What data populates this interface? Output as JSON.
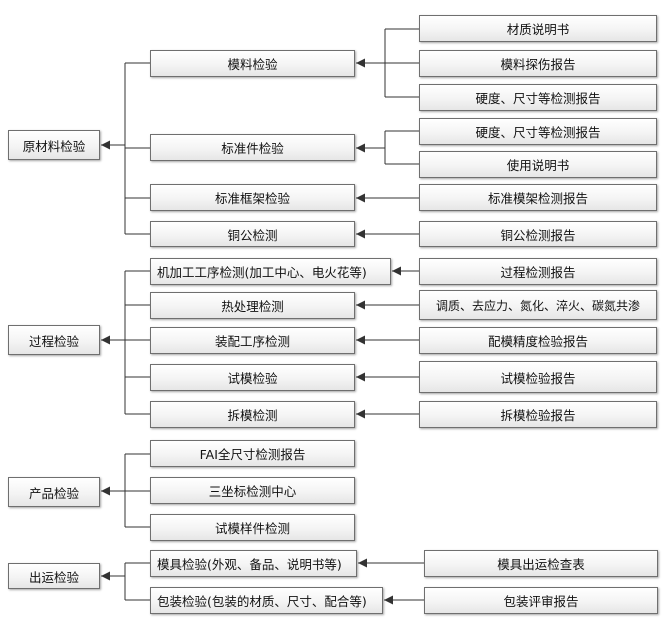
{
  "raw_material": {
    "title": "原材料检验",
    "mold_material": {
      "label": "模料检验",
      "reports": [
        "材质说明书",
        "模料探伤报告",
        "硬度、尺寸等检测报告"
      ]
    },
    "standard_parts": {
      "label": "标准件检验",
      "reports": [
        "硬度、尺寸等检测报告",
        "使用说明书"
      ]
    },
    "standard_frame": {
      "label": "标准框架检验",
      "report": "标准模架检测报告"
    },
    "copper": {
      "label": "铜公检测",
      "report": "铜公检测报告"
    }
  },
  "process": {
    "title": "过程检验",
    "machining": {
      "label": "机加工工序检测(加工中心、电火花等)",
      "report": "过程检测报告"
    },
    "heat_treatment": {
      "label": "热处理检测",
      "report": "调质、去应力、氮化、淬火、碳氮共渗"
    },
    "assembly": {
      "label": "装配工序检测",
      "report": "配模精度检验报告"
    },
    "trial": {
      "label": "试模检验",
      "report": "试模检验报告"
    },
    "disassembly": {
      "label": "拆模检测",
      "report": "拆模检验报告"
    }
  },
  "product": {
    "title": "产品检验",
    "items": [
      "FAI全尺寸检测报告",
      "三坐标检测中心",
      "试模样件检测"
    ]
  },
  "shipping": {
    "title": "出运检验",
    "mold": {
      "label": "模具检验(外观、备品、说明书等)",
      "report": "模具出运检查表"
    },
    "packaging": {
      "label": "包装检验(包装的材质、尺寸、配合等)",
      "report": "包装评审报告"
    }
  }
}
